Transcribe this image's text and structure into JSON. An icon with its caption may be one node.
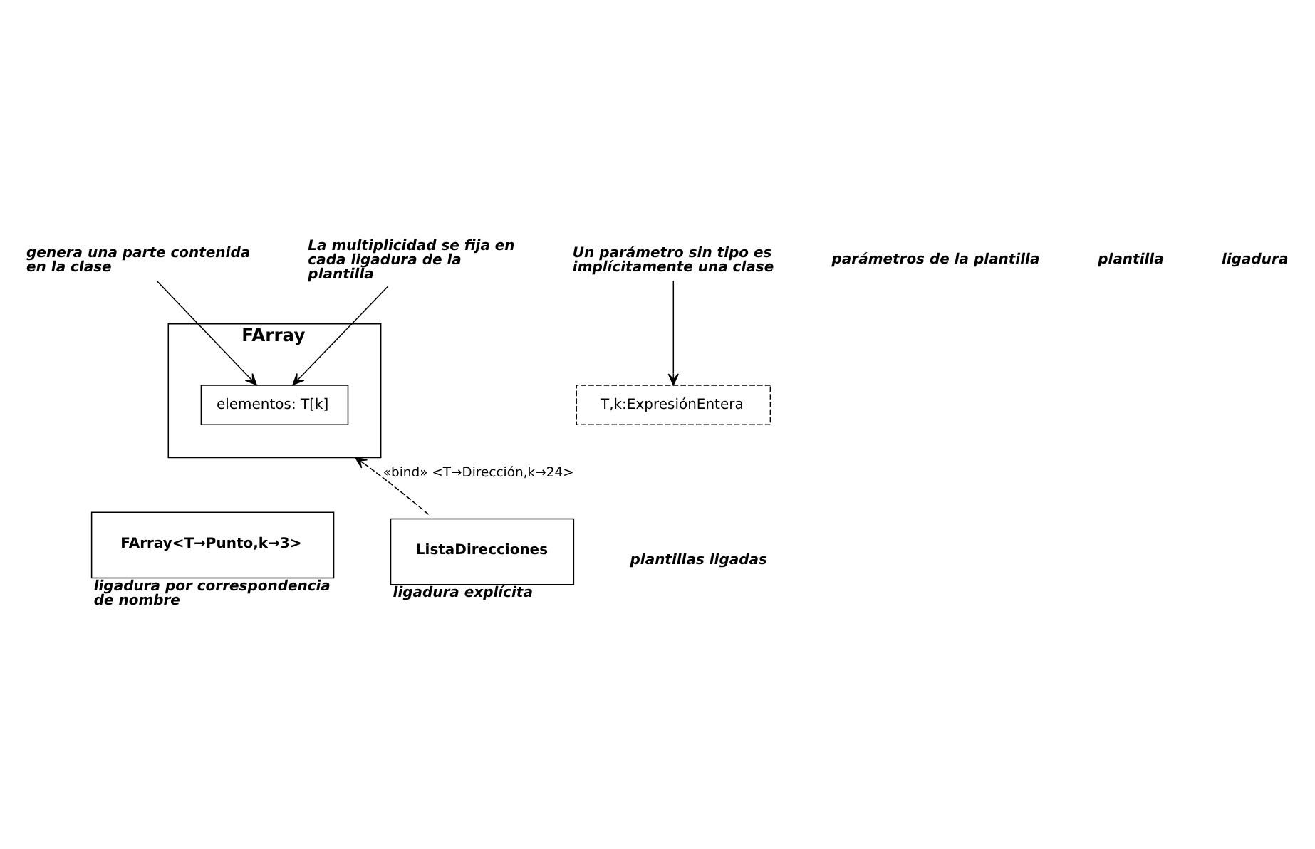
{
  "diagram": {
    "nodes": [
      {
        "text": [
          "FArray"
        ]
      },
      {
        "text": [
          "elementos: T[k]"
        ],
        "in": 0
      },
      {
        "text": [
          "T,k:ExpresiónEntera"
        ]
      },
      {
        "text": [
          "Un parámetro sin tipo es implícitamente una clase"
        ]
      },
      {
        "text": [
          "genera una parte contenida en la clase"
        ]
      },
      {
        "text": [
          "La multiplicidad se fija en cada ligadura de la plantilla"
        ]
      },
      {
        "text": [
          "FArray<T→Punto,k→3>"
        ],
        "beside": [
          "ligadura por correspondencia de nombre"
        ]
      },
      {
        "text": [
          "ListaDirecciones"
        ],
        "beside": [
          "ligadura explícita"
        ]
      }
    ],
    "edges": [
      {
        "from": 3,
        "to": 2,
        "arrow": "to"
      },
      {
        "from": 4,
        "to": 1,
        "arrow": "to"
      },
      {
        "from": 5,
        "to": 1,
        "arrow": "to"
      },
      {
        "from": 7,
        "to": 0,
        "arrow": "to",
        "style": "dashed",
        "label": "«bind» <T→Dirección,k→24>"
      }
    ],
    "labels": [
      "parámetros de la plantilla",
      "plantilla",
      "ligadura",
      "plantillas ligadas"
    ]
  }
}
